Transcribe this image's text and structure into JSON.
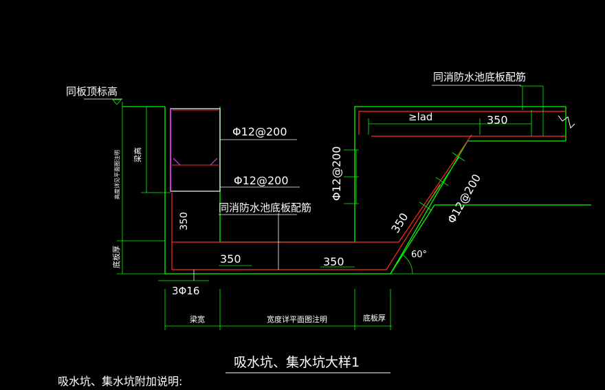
{
  "drawing": {
    "title": "吸水坑、集水坑大样1",
    "note": "吸水坑、集水坑附加说明:",
    "colors": {
      "background": "#000000",
      "structure": "#00ff00",
      "rebar": "#ff2a2a",
      "text": "#ffffff",
      "dimension": "#00ff00",
      "beam_section": "#ff40ff",
      "leader": "#ffffff"
    },
    "labels": {
      "top_elevation": "同板顶标高",
      "top_right_note": "同消防水池底板配筋",
      "lad": "≥lad",
      "dim_350_top": "350",
      "beam_height": "梁高",
      "left_vertical_dim": "高度详见平面图注明",
      "rebar_phi12_a": "Φ12@200",
      "rebar_phi12_b": "Φ12@200",
      "mid_note": "同消防水池底板配筋",
      "dim_350_left": "350",
      "slab_thickness_left": "底板厚",
      "dim_350_bottom_a": "350",
      "dim_350_bottom_b": "350",
      "wall_rebar_vertical": "Φ12@200",
      "slope_dim": "350",
      "slope_rebar": "Φ12@200",
      "angle": "60°",
      "bottom_bar": "3Φ16",
      "beam_width": "梁宽",
      "width_note": "宽度详平面图注明",
      "slab_thickness_bottom": "底板厚"
    }
  }
}
